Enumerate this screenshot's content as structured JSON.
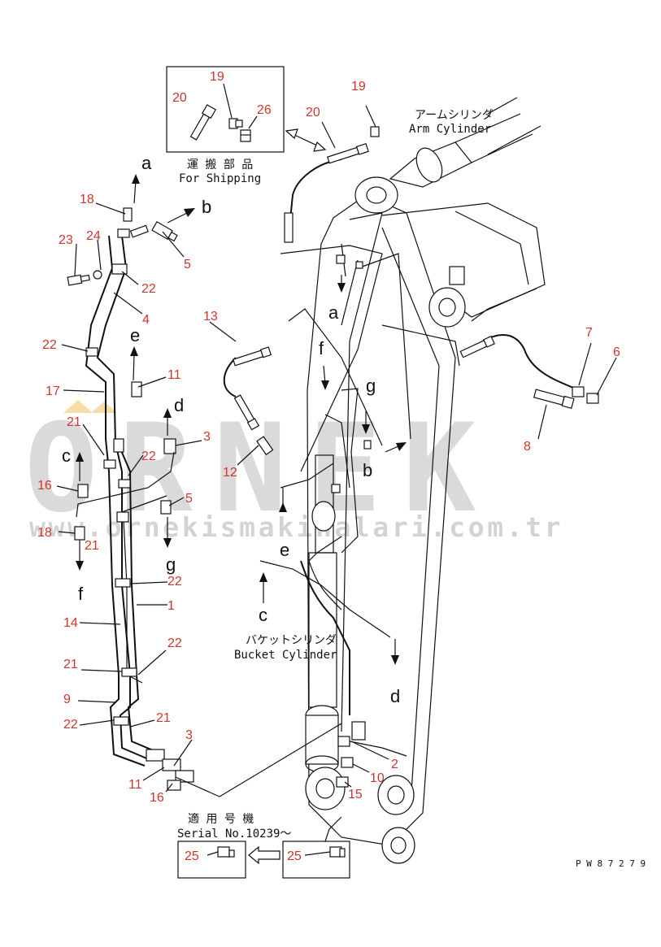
{
  "callouts": {
    "c19a": "19",
    "c20a": "20",
    "c26": "26",
    "c19b": "19",
    "c20b": "20",
    "c18a": "18",
    "c23": "23",
    "c24": "24",
    "c22a": "22",
    "c5a": "5",
    "c4": "4",
    "c22b": "22",
    "c11a": "11",
    "c17": "17",
    "c21a": "21",
    "c3a": "3",
    "c22c": "22",
    "c16a": "16",
    "c5b": "5",
    "c18b": "18",
    "c21b": "21",
    "c22d": "22",
    "c1": "1",
    "c14": "14",
    "c22e": "22",
    "c21c": "21",
    "c9": "9",
    "c22f": "22",
    "c21d": "21",
    "c3b": "3",
    "c11b": "11",
    "c16b": "16",
    "c13": "13",
    "c12": "12",
    "c7": "7",
    "c6": "6",
    "c8": "8",
    "c2": "2",
    "c10": "10",
    "c15": "15",
    "c25a": "25",
    "c25b": "25"
  },
  "letters": {
    "a1": "a",
    "b1": "b",
    "e1": "e",
    "d1": "d",
    "c1": "c",
    "g1": "g",
    "f1": "f",
    "a2": "a",
    "f2": "f",
    "g2": "g",
    "b2": "b",
    "e2": "e",
    "c2": "c",
    "d2": "d"
  },
  "labels": {
    "shipping_jp": "運 搬 部 品",
    "shipping_en": "For Shipping",
    "arm_cyl_jp": "アームシリンダ",
    "arm_cyl_en": "Arm Cylinder",
    "bucket_cyl_jp": "バケットシリンダ",
    "bucket_cyl_en": "Bucket Cylinder",
    "serial_jp": "適 用 号 機",
    "serial_en": "Serial No.10239～",
    "drawing_no": "P W 8 7 2 7 9"
  },
  "watermark": {
    "word": "ORNEK",
    "url": "www.ornekismakinalari.com.tr"
  },
  "colors": {
    "callout": "#d0342c",
    "line": "#111111",
    "watermark": "#c8c8c8",
    "logo_accent": "#f0c060"
  }
}
